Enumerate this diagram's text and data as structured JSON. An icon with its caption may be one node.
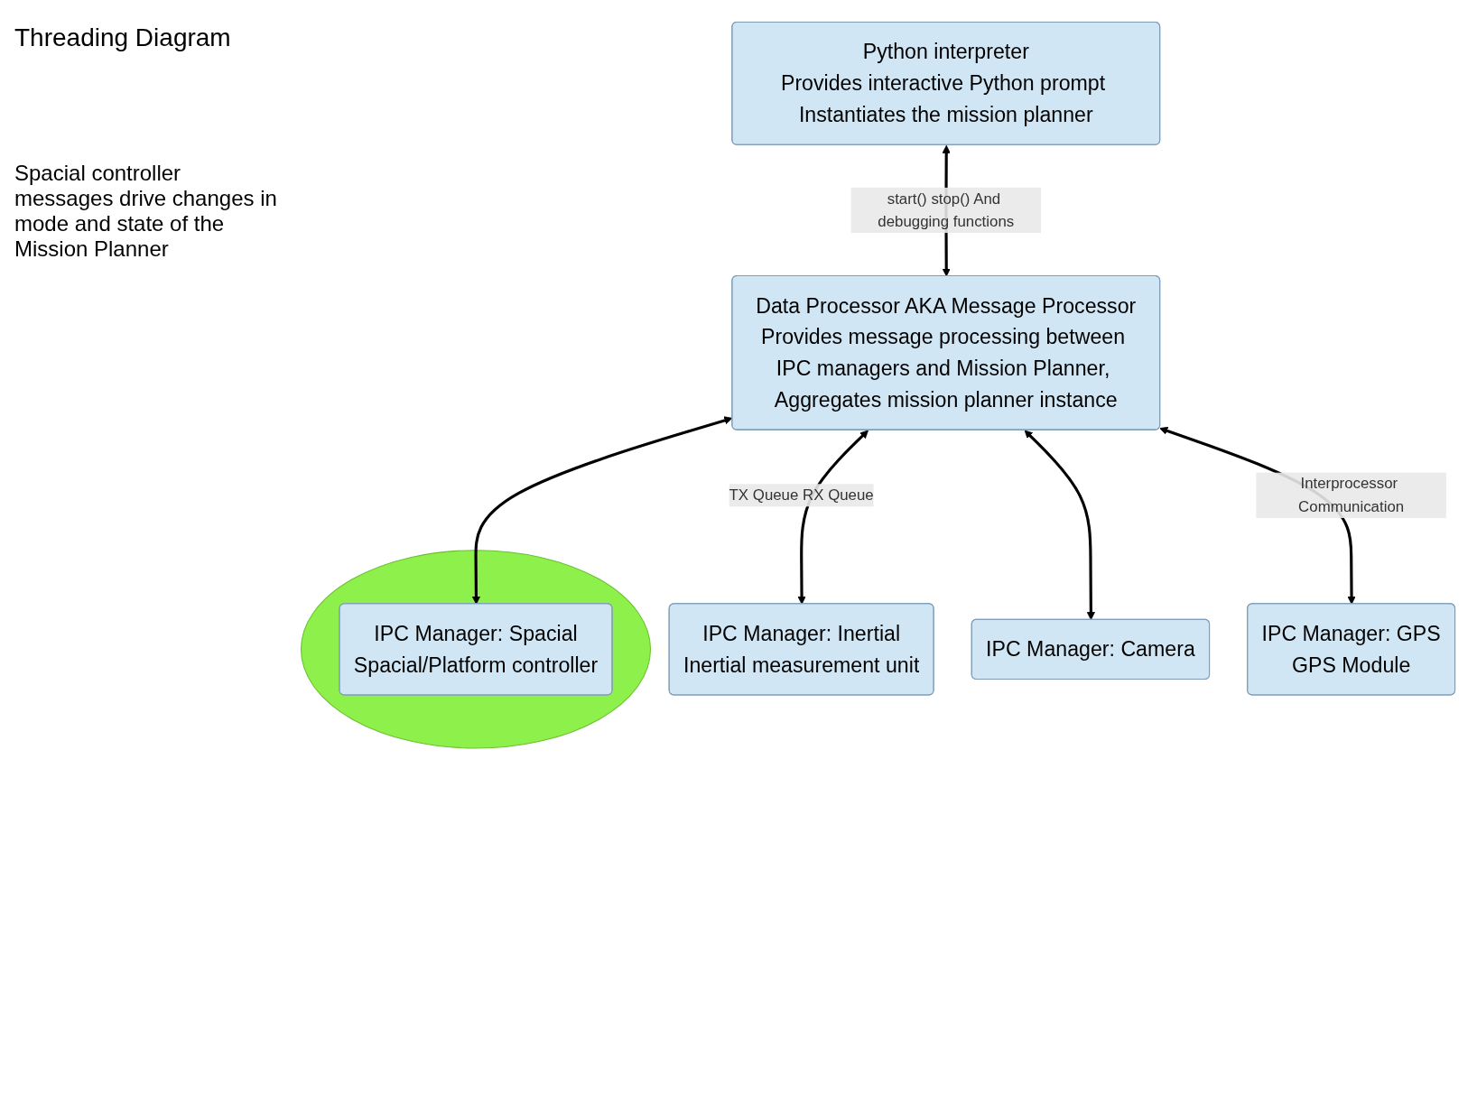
{
  "diagram": {
    "title": "Threading Diagram",
    "nodes": [
      {
        "text": [
          "Python interpreter",
          "Provides interactive Python prompt Instantiates the mission planner"
        ]
      },
      {
        "text": [
          "Data Processor AKA Message Processor",
          "Provides message processing between IPC managers and Mission Planner, Aggregates mission planner instance"
        ]
      },
      {
        "text": [],
        "shape": "circle"
      },
      {
        "text": [
          "IPC Manager: Spacial",
          "Spacial/Platform controller"
        ],
        "in": 2
      },
      {
        "text": [
          "IPC Manager: Inertial",
          "Inertial measurement unit"
        ]
      },
      {
        "text": [
          "IPC Manager: Camera"
        ]
      },
      {
        "text": [
          "IPC Manager: GPS",
          "GPS Module"
        ]
      }
    ],
    "edges": [
      {
        "from": 0,
        "to": 1,
        "arrow": "both",
        "label": "start() stop() And debugging functions"
      },
      {
        "from": 1,
        "to": 3,
        "arrow": "both"
      },
      {
        "from": 1,
        "to": 4,
        "arrow": "both",
        "label": "TX Queue RX Queue"
      },
      {
        "from": 1,
        "to": 5,
        "arrow": "both"
      },
      {
        "from": 1,
        "to": 6,
        "arrow": "both",
        "label": "Interprocessor Communication"
      }
    ],
    "labels": [
      "Spacial controller messages drive changes in mode and state of the Mission Planner"
    ]
  }
}
